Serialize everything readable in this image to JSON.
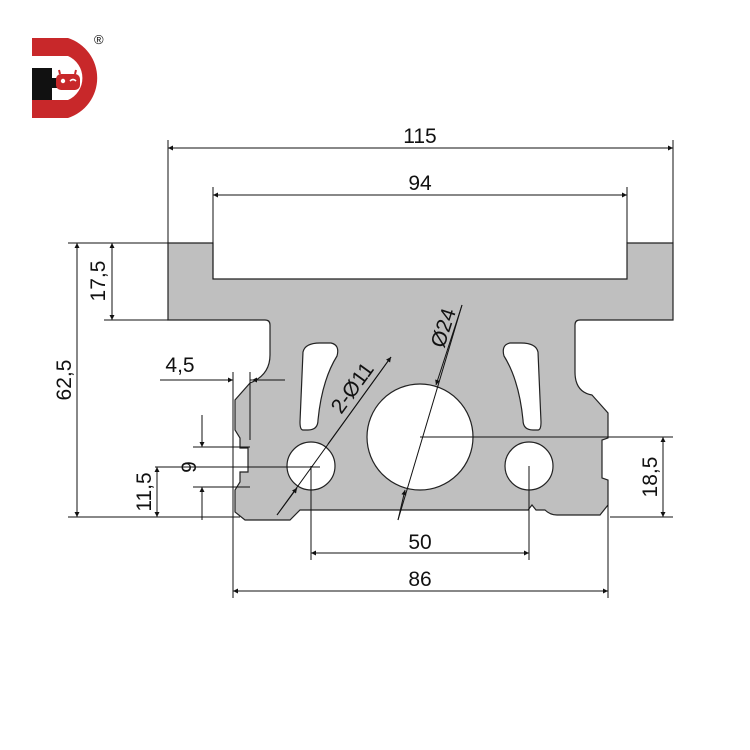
{
  "logo": {
    "brand_letters": "HD",
    "registered_mark": "®",
    "colors": {
      "red": "#c8282a",
      "black": "#111111"
    }
  },
  "drawing": {
    "profile_fill": "#bfbfbf",
    "line_color": "#222222",
    "dimensions": {
      "overall_width": "115",
      "top_slot_width": "94",
      "overall_height": "62,5",
      "top_flange_height": "17,5",
      "side_slot_depth": "4,5",
      "side_slot_width": "9",
      "side_slot_offset": "11,5",
      "small_hole_diameter": "2-Ø11",
      "center_hole_diameter": "Ø24",
      "hole_center_height": "18,5",
      "hole_spacing": "50",
      "bottom_width": "86"
    }
  }
}
